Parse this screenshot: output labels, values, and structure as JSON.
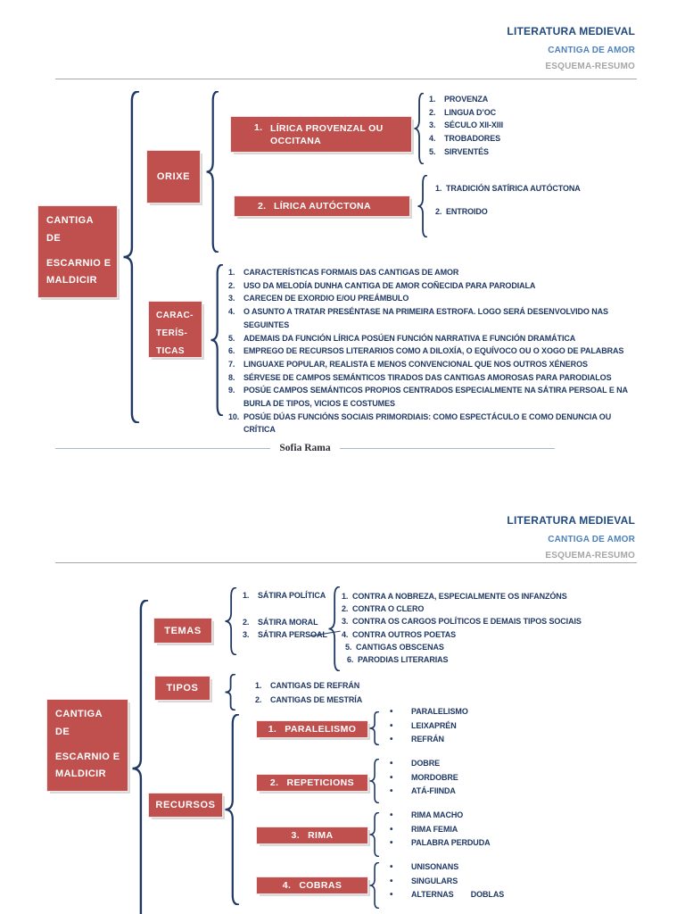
{
  "colors": {
    "accent_red": "#C0504D",
    "text_navy": "#1F3864",
    "title_blue": "#1F497D",
    "subtitle_blue": "#4F81BD",
    "muted_gray": "#A6A6A6"
  },
  "header": {
    "title": "LITERATURA MEDIEVAL",
    "course": "CANTIGA DE AMOR",
    "doc_type": "ESQUEMA-RESUMO"
  },
  "divider": {
    "author": "Sofia Rama"
  },
  "page1": {
    "root": {
      "line1": "CANTIGA",
      "line2": "DE",
      "line3": "ESCARNIO E",
      "line4": "MALDICIR"
    },
    "orixe_label": "ORIXE",
    "provenzal_box": {
      "num": "1.",
      "label": "LÍRICA PROVENZAL OU OCCITANA"
    },
    "provenzal_items": [
      {
        "num": "1.",
        "text": "PROVENZA"
      },
      {
        "num": "2.",
        "text": "LINGUA D’OC"
      },
      {
        "num": "3.",
        "text": "SÉCULO XII-XIII"
      },
      {
        "num": "4.",
        "text": "TROBADORES"
      },
      {
        "num": "5.",
        "text": "SIRVENTÉS"
      }
    ],
    "autoctona_box": {
      "num": "2.",
      "label": "LÍRICA AUTÓCTONA"
    },
    "autoctona_items": [
      {
        "num": "1.",
        "text": "TRADICIÓN SATÍRICA AUTÓCTONA"
      },
      {
        "num": "2.",
        "text": "ENTROIDO"
      }
    ],
    "carac": {
      "line1": "CARAC-",
      "line2": "TERÍS-",
      "line3": "TICAS"
    },
    "carac_items": [
      {
        "num": "1.",
        "text": "CARACTERÍSTICAS FORMAIS DAS CANTIGAS DE AMOR"
      },
      {
        "num": "2.",
        "text": "USO DA MELODÍA DUNHA CANTIGA DE AMOR COÑECIDA PARA PARODIALA"
      },
      {
        "num": "3.",
        "text": "CARECEN DE EXORDIO E/OU PREÁMBULO"
      },
      {
        "num": "4.",
        "text": "O ASUNTO A TRATAR PRESÉNTASE NA PRIMEIRA ESTROFA. LOGO  SERÁ DESENVOLVIDO NAS SEGUINTES"
      },
      {
        "num": "5.",
        "text": "ADEMAIS DA FUNCIÓN LÍRICA POSÚEN FUNCIÓN NARRATIVA E FUNCIÓN DRAMÁTICA"
      },
      {
        "num": "6.",
        "text": "EMPREGO DE RECURSOS LITERARIOS COMO A DILOXÍA, O EQUÍVOCO OU O XOGO DE PALABRAS"
      },
      {
        "num": "7.",
        "text": "LINGUAXE POPULAR, REALISTA E MENOS CONVENCIONAL QUE NOS OUTROS XÉNEROS"
      },
      {
        "num": "8.",
        "text": "SÉRVESE DE CAMPOS SEMÁNTICOS TIRADOS DAS CANTIGAS AMOROSAS PARA PARODIALOS"
      },
      {
        "num": "9.",
        "text": "POSÚE CAMPOS SEMÁNTICOS PROPIOS CENTRADOS ESPECIALMENTE NA SÁTIRA PERSOAL E NA BURLA DE TIPOS, VICIOS E COSTUMES"
      },
      {
        "num": "10.",
        "text": "POSÚE DÚAS FUNCIÓNS SOCIAIS PRIMORDIAIS: COMO ESPECTÁCULO E COMO DENUNCIA OU CRÍTICA"
      }
    ]
  },
  "page2": {
    "root": {
      "line1": "CANTIGA",
      "line2": "DE",
      "line3": "ESCARNIO E",
      "line4": "MALDICIR"
    },
    "temas_label": "TEMAS",
    "temas_items": [
      {
        "num": "1.",
        "text": "SÁTIRA POLÍTICA"
      },
      {
        "num": "2.",
        "text": "SÁTIRA MORAL"
      },
      {
        "num": "3.",
        "text": "SÁTIRA PERSOAL"
      }
    ],
    "persoal_items": [
      {
        "num": "1.",
        "text": "CONTRA A NOBREZA, ESPECIALMENTE OS INFANZÓNS"
      },
      {
        "num": "2.",
        "text": "CONTRA O CLERO"
      },
      {
        "num": "3.",
        "text": "CONTRA OS CARGOS POLÍTICOS E DEMAIS TIPOS SOCIAIS"
      },
      {
        "num": "4.",
        "text": "CONTRA OUTROS POETAS"
      },
      {
        "num": "5.",
        "text": "CANTIGAS OBSCENAS"
      },
      {
        "num": "6.",
        "text": "PARODIAS LITERARIAS"
      }
    ],
    "tipos_label": "TIPOS",
    "tipos_items": [
      {
        "num": "1.",
        "text": "CANTIGAS DE REFRÁN"
      },
      {
        "num": "2.",
        "text": "CANTIGAS DE MESTRÍA"
      }
    ],
    "recursos_label": "RECURSOS",
    "recursos_groups": [
      {
        "num": "1.",
        "label": "PARALELISMO",
        "bullets": [
          "PARALELISMO",
          "LEIXAPRÉN",
          "REFRÁN"
        ]
      },
      {
        "num": "2.",
        "label": "REPETICIONS",
        "bullets": [
          "DOBRE",
          "MORDOBRE",
          "ATÁ-FIINDA"
        ]
      },
      {
        "num": "3.",
        "label": "RIMA",
        "bullets": [
          "RIMA MACHO",
          "RIMA FEMIA",
          "PALABRA PERDUDA"
        ]
      },
      {
        "num": "4.",
        "label": "COBRAS",
        "bullets": [
          "UNISONANS",
          "SINGULARS",
          "ALTERNAS        DOBLAS"
        ]
      }
    ]
  }
}
